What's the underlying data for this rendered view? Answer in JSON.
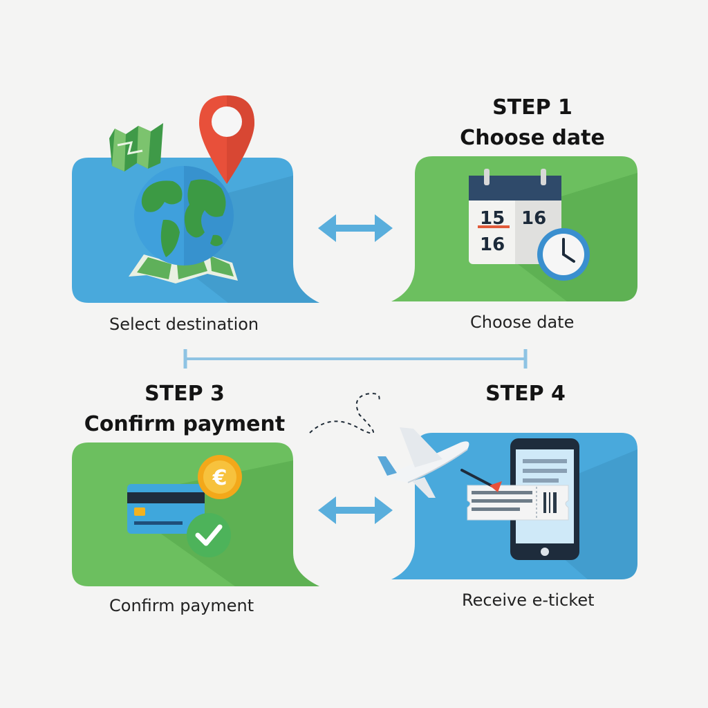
{
  "steps": [
    {
      "id": "destination",
      "heading": "",
      "caption": "Select destination",
      "color": "#49a9dc"
    },
    {
      "id": "date",
      "heading": "STEP 1",
      "subheading": "Choose date",
      "caption": "Choose date",
      "color": "#6cbf5f"
    },
    {
      "id": "payment",
      "heading": "STEP 3",
      "subheading": "Confirm payment",
      "caption": "Confirm payment",
      "color": "#6cbf5f"
    },
    {
      "id": "ticket",
      "heading": "STEP 4",
      "subheading": "",
      "caption": "Receive e-ticket",
      "color": "#49a9dc"
    }
  ],
  "calendar": {
    "day_a": "15",
    "day_b": "16",
    "day_c": "16"
  },
  "currency": {
    "symbol": "€"
  },
  "icons": {
    "destination": [
      "map-icon",
      "location-pin-icon",
      "globe-icon"
    ],
    "date": [
      "calendar-icon",
      "clock-icon"
    ],
    "payment": [
      "credit-card-icon",
      "euro-coin-icon",
      "check-icon"
    ],
    "ticket": [
      "airplane-icon",
      "smartphone-icon",
      "e-ticket-icon"
    ]
  },
  "colors": {
    "blue": "#49a9dc",
    "green": "#6cbf5f",
    "arrow": "#59aedc",
    "pin": "#e8503a",
    "coin": "#f3a81a",
    "background": "#f4f4f3"
  }
}
